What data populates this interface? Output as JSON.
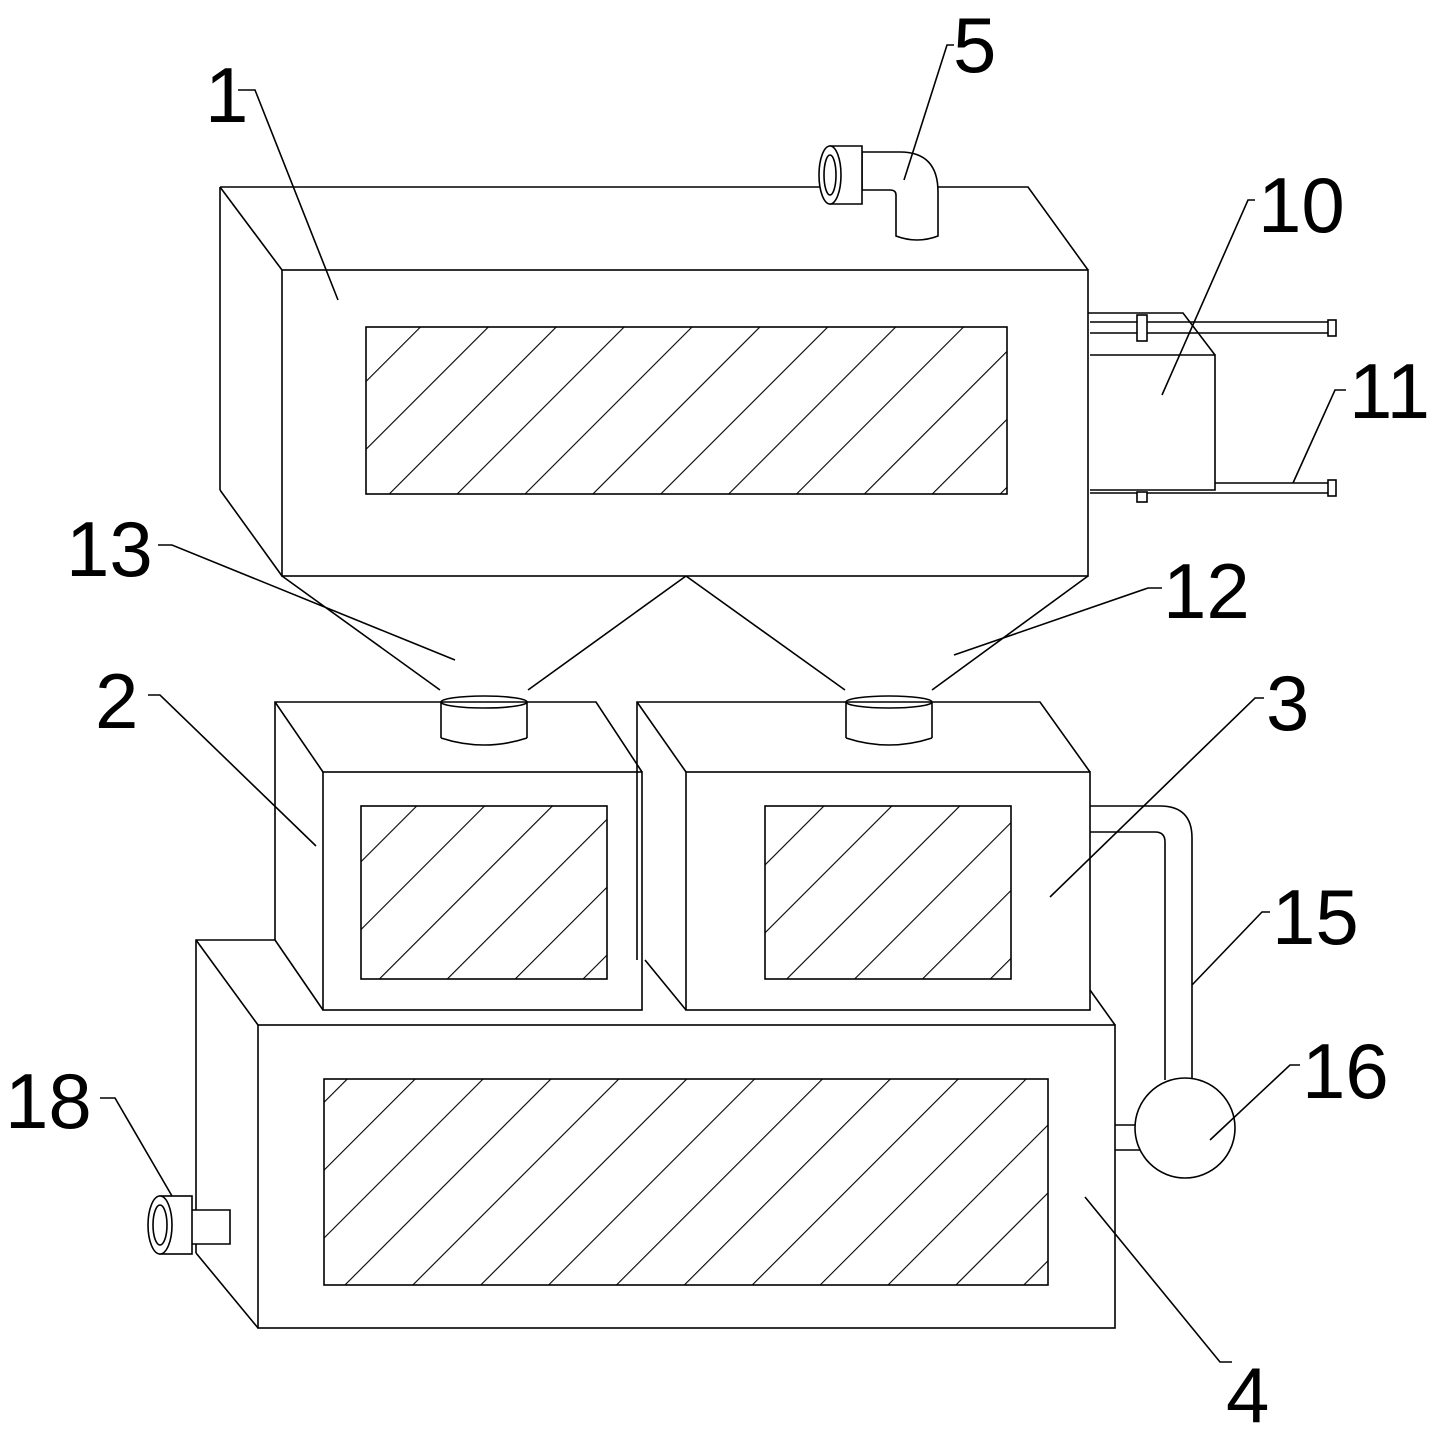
{
  "labels": {
    "l1": "1",
    "l2": "2",
    "l3": "3",
    "l4": "4",
    "l5": "5",
    "l10": "10",
    "l11": "11",
    "l12": "12",
    "l13": "13",
    "l15": "15",
    "l16": "16",
    "l18": "18"
  },
  "colors": {
    "line": "#000000",
    "background": "#ffffff"
  }
}
